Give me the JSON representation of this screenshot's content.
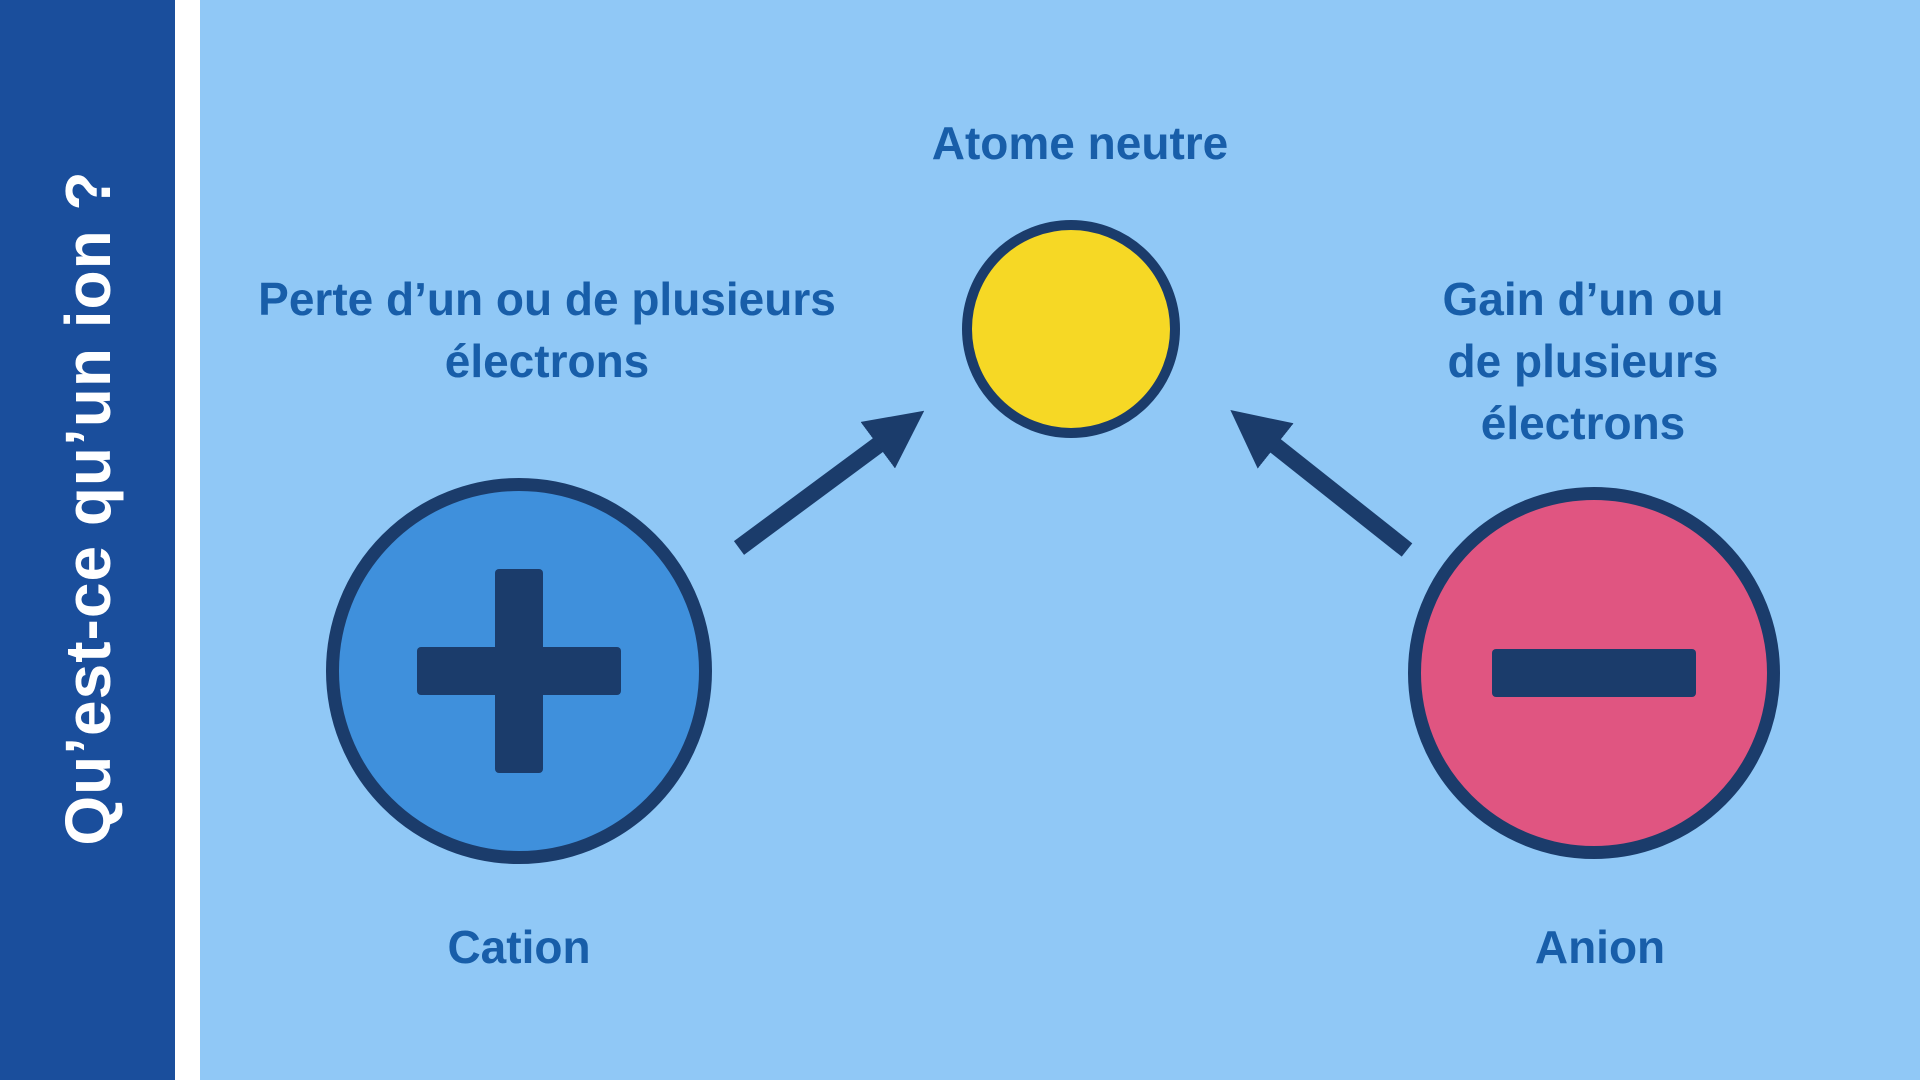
{
  "colors": {
    "sidebar_bg": "#1a4e9c",
    "main_bg": "#90c8f6",
    "heading_blue": "#185ea9",
    "navy": "#1b3c6b",
    "yellow": "#f6d825",
    "cation_fill": "#3f90dc",
    "anion_fill": "#e05581",
    "white": "#ffffff"
  },
  "sidebar": {
    "title": "Qu’est-ce qu’un ion ?"
  },
  "diagram": {
    "atom_label": "Atome neutre",
    "left_caption": "Perte d’un ou de plusieurs\nélectrons",
    "right_caption": "Gain d’un ou de plusieurs\nélectrons",
    "cation_label": "Cation",
    "anion_label": "Anion",
    "plus_symbol_meaning": "positive charge",
    "minus_symbol_meaning": "negative charge"
  }
}
